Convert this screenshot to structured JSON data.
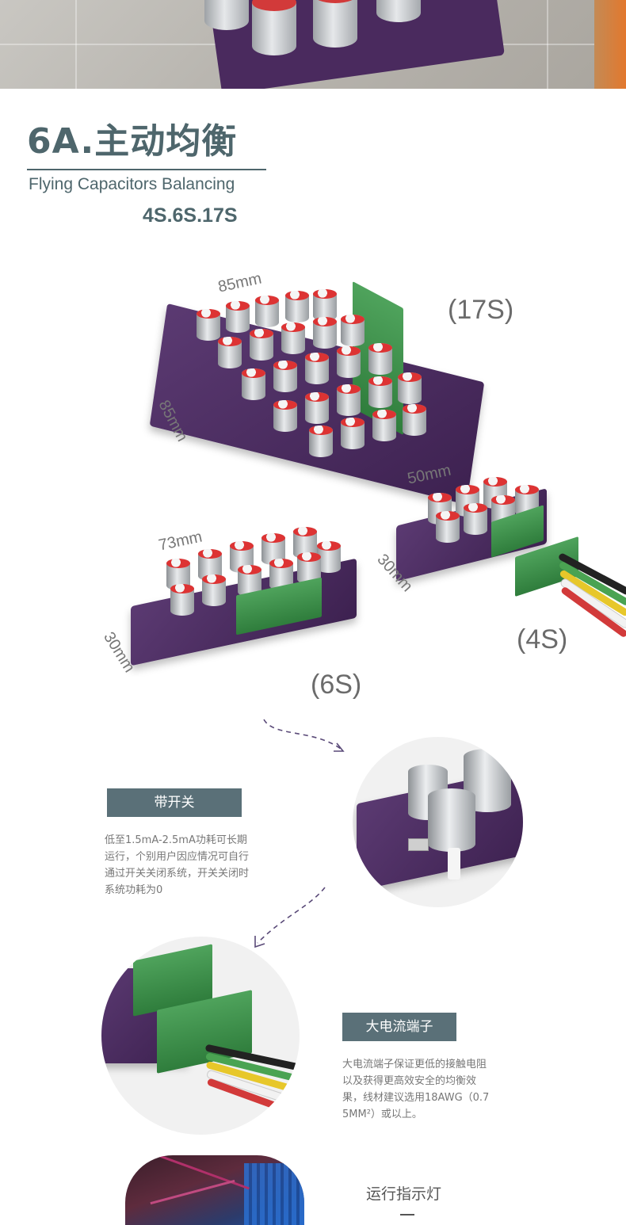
{
  "header": {
    "title": "6A.主动均衡",
    "subtitle": "Flying Capacitors Balancing",
    "variants": "4S.6S.17S"
  },
  "products": {
    "s17": {
      "model": "(17S)",
      "width": "85mm",
      "depth": "85mm"
    },
    "s6": {
      "model": "(6S)",
      "width": "73mm",
      "depth": "30mm"
    },
    "s4": {
      "model": "(4S)",
      "width": "50mm",
      "depth": "30mm"
    }
  },
  "features": {
    "switch": {
      "tag": "带开关",
      "lines": [
        "低至1.5mA-2.5mA功耗可长期",
        "运行，个别用户因应情况可自行",
        "通过开关关闭系统，开关关闭时",
        "系统功耗为0"
      ]
    },
    "terminal": {
      "tag": "大电流端子",
      "lines": [
        "大电流端子保证更低的接触电阻",
        "以及获得更高效安全的均衡效",
        "果，线材建议选用18AWG（0.7",
        "5MM²）或以上。"
      ]
    },
    "indicator": {
      "title": "运行指示灯"
    }
  },
  "colors": {
    "heading": "#4e666c",
    "tag_bg": "#5a7078",
    "pcb": "#4a2a5e",
    "terminal": "#3c8a48",
    "cap_top": "#d33333"
  }
}
